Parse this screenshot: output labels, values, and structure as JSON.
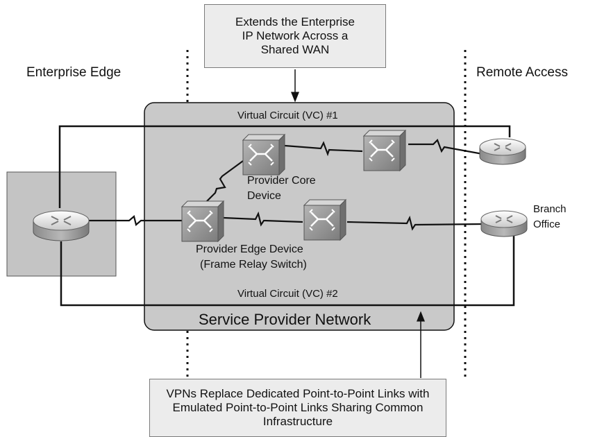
{
  "top_callout": {
    "lines": [
      "Extends the Enterprise",
      "IP Network Across a",
      "Shared WAN"
    ]
  },
  "bottom_callout": {
    "lines": [
      "VPNs Replace Dedicated Point-to-Point Links with",
      "Emulated Point-to-Point Links Sharing Common",
      "Infrastructure"
    ]
  },
  "zones": {
    "left": "Enterprise Edge",
    "right": "Remote Access"
  },
  "provider_network": {
    "title": "Service Provider Network",
    "vc1_label": "Virtual Circuit (VC) #1",
    "vc2_label": "Virtual Circuit (VC) #2"
  },
  "devices": {
    "core_label": [
      "Provider Core",
      "Device"
    ],
    "edge_label": [
      "Provider Edge Device",
      "(Frame Relay Switch)"
    ],
    "branch_label": [
      "Branch",
      "Office"
    ]
  },
  "colors": {
    "provider_fill": "#c9c9c9",
    "enterprise_fill": "#c4c4c4",
    "callout_fill": "#ececec",
    "device_metal": "#9a9a9a",
    "link": "#111111"
  },
  "icons": {
    "router": "router-icon",
    "switch": "frame-relay-switch-icon"
  }
}
